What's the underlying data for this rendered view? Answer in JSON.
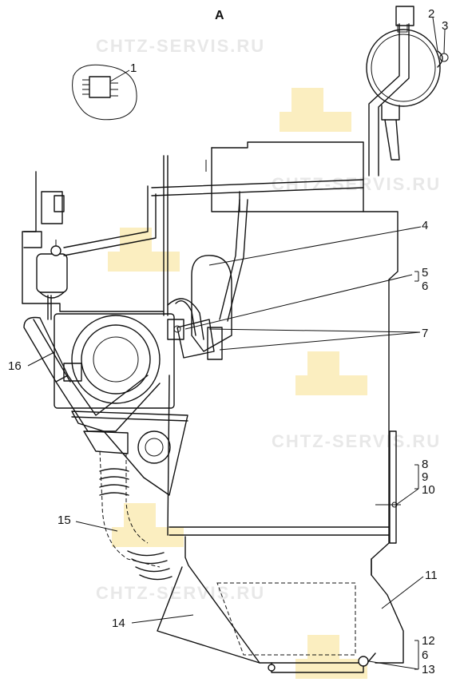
{
  "view_label": "A",
  "watermark": "CHTZ-SERVIS.RU",
  "callouts": {
    "c1": "1",
    "c2": "2",
    "c3": "3",
    "c4": "4",
    "c5": "5",
    "c6a": "6",
    "c7": "7",
    "c8": "8",
    "c9": "9",
    "c10": "10",
    "c11": "11",
    "c12": "12",
    "c6b": "6",
    "c13": "13",
    "c14": "14",
    "c15": "15",
    "c16": "16"
  },
  "colors": {
    "line": "#111111",
    "watermark_text": "#e8e8e8",
    "watermark_logo": "#fbeec0"
  }
}
